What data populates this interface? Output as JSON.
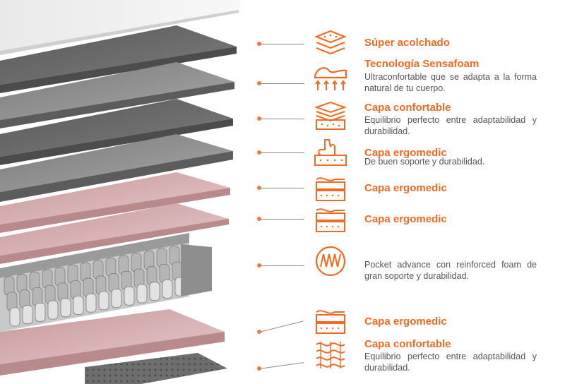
{
  "colors": {
    "accent": "#f26a21",
    "connector": "#8a8a8a",
    "text": "#555555"
  },
  "layers": [
    {
      "name": "top-cover",
      "color": "light-grey"
    },
    {
      "name": "grey-layer-1",
      "color": "dark-grey"
    },
    {
      "name": "grey-layer-2",
      "color": "grey"
    },
    {
      "name": "grey-layer-3",
      "color": "dark-grey"
    },
    {
      "name": "grey-layer-4",
      "color": "grey"
    },
    {
      "name": "pink-layer-1",
      "color": "pink"
    },
    {
      "name": "pink-layer-2",
      "color": "pink"
    },
    {
      "name": "pocket-springs",
      "color": "grey"
    },
    {
      "name": "pink-layer-3",
      "color": "pink"
    },
    {
      "name": "base-layer",
      "color": "dark-grey"
    }
  ],
  "features": [
    {
      "icon": "quilted-layers-icon",
      "title": "Súper acolchado",
      "desc": ""
    },
    {
      "icon": "pressure-relief-icon",
      "title": "Tecnología Sensafoam",
      "desc": "Ultraconfortable que se adapta a la forma natural de tu cuerpo."
    },
    {
      "icon": "stacked-foam-icon",
      "title": "Capa confortable",
      "desc": "Equilibrio perfecto entre adaptabilidad y durabilidad."
    },
    {
      "icon": "hand-press-icon",
      "title": "Capa ergomedic",
      "desc": "De buen soporte y durabilidad."
    },
    {
      "icon": "foam-slab-icon",
      "title": "Capa ergomedic",
      "desc": ""
    },
    {
      "icon": "foam-slab-icon",
      "title": "Capa ergomedic",
      "desc": ""
    },
    {
      "icon": "coil-spring-icon",
      "title": "",
      "desc": "Pocket advance con reinforced foam de gran soporte y durabilidad."
    },
    {
      "icon": "foam-slab-icon",
      "title": "Capa ergomedic",
      "desc": ""
    },
    {
      "icon": "woven-fabric-icon",
      "title": "Capa confortable",
      "desc": "Equilibrio perfecto entre adaptabilidad y durabilidad."
    }
  ]
}
